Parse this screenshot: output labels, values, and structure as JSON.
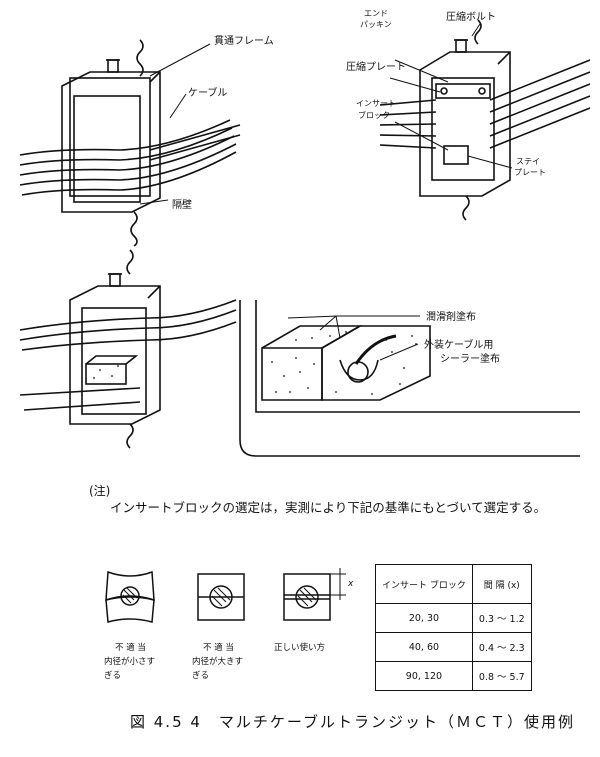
{
  "labels": {
    "frame": "貫通フレーム",
    "cable": "ケーブル",
    "partition": "隔壁",
    "end_packing_1": "エンド",
    "end_packing_2": "パッキン",
    "bolt": "圧縮ボルト",
    "plate": "圧縮プレート",
    "insert_block_1": "インサート",
    "insert_block_2": "ブロック",
    "stay_plate_1": "ステイ",
    "stay_plate_2": "プレート",
    "lubricant": "潤滑剤塗布",
    "sealer_1": "外装ケーブル用",
    "sealer_2": "シーラー塗布"
  },
  "note": {
    "heading": "(注)",
    "text": "インサートブロックの選定は，実測により下記の基準にもとづいて選定する。"
  },
  "examples": [
    {
      "line1": "不 適 当",
      "line2": "内径が小さす",
      "line3": "ぎる"
    },
    {
      "line1": "不 適 当",
      "line2": "内径が大きす",
      "line3": "ぎる"
    },
    {
      "line1": "正しい使い方"
    }
  ],
  "gap_symbol": "x",
  "table": {
    "header": [
      "インサート ブロック",
      "間 隔 (x)"
    ],
    "rows": [
      [
        "20, 30",
        "0.3 ～ 1.2"
      ],
      [
        "40, 60",
        "0.4 ～ 2.3"
      ],
      [
        "90, 120",
        "0.8 ～ 5.7"
      ]
    ]
  },
  "caption": "図 4.5 4　マルチケーブルトランジット（ＭＣＴ）使用例"
}
